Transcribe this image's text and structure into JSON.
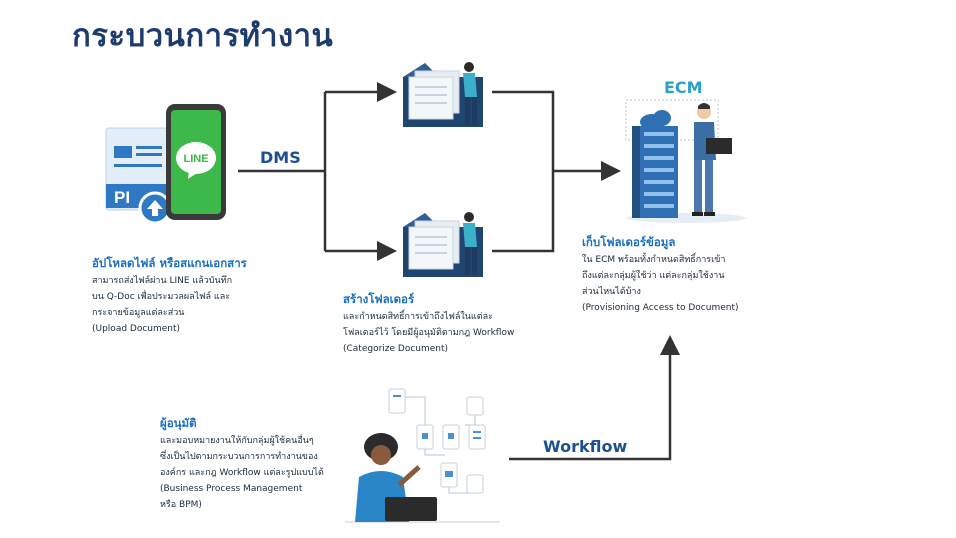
{
  "title": "กระบวนการทำงาน",
  "labels": {
    "dms": "DMS",
    "ecm": "ECM",
    "workflow": "Workflow"
  },
  "upload": {
    "heading": "อัปโหลดไฟล์ หรือสแกนเอกสาร",
    "body": "สามารถส่งไฟล์ผ่าน LINE แล้วบันทึก\nบน Q-Doc เพื่อประมวลผลไฟล์ และ\nกระจายข้อมูลแต่ละส่วน\n(Upload Document)",
    "line_badge": "LINE",
    "doc_letters": "PI"
  },
  "create_folder": {
    "heading": "สร้างโฟลเดอร์",
    "body": "และกำหนดสิทธิ์การเข้าถึงไฟล์ในแต่ละ\nโฟลเดอร์ไว้  โดยมีผู้อนุมัติตามกฎ Workflow\n(Categorize Document)"
  },
  "store": {
    "heading": "เก็บโฟลเดอร์ข้อมูล",
    "body": "ใน ECM พร้อมทั้งกำหนดสิทธิ์การเข้า\nถึงแต่ละกลุ่มผู้ใช้ว่า  แต่ละกลุ่มใช้งาน\nส่วนไหนได้บ้าง\n(Provisioning Access to Document)"
  },
  "approver": {
    "heading": "ผู้อนุมัติ",
    "body": "และมอบหมายงานให้กับกลุ่มผู้ใช้คนอื่นๆ\nซึ่งเป็นไปตามกระบวนการการทำงานของ\nองค์กร และกฎ Workflow แต่ละรูปแบบได้\n(Business Process Management\nหรือ BPM)"
  },
  "colors": {
    "title": "#1d3b6b",
    "heading": "#1a6fc0",
    "arrow": "#333333",
    "line_green": "#3cb94a",
    "phone_dark": "#3a3a3a",
    "server_blue": "#2f6fb3",
    "folder_navy": "#1f4570"
  }
}
